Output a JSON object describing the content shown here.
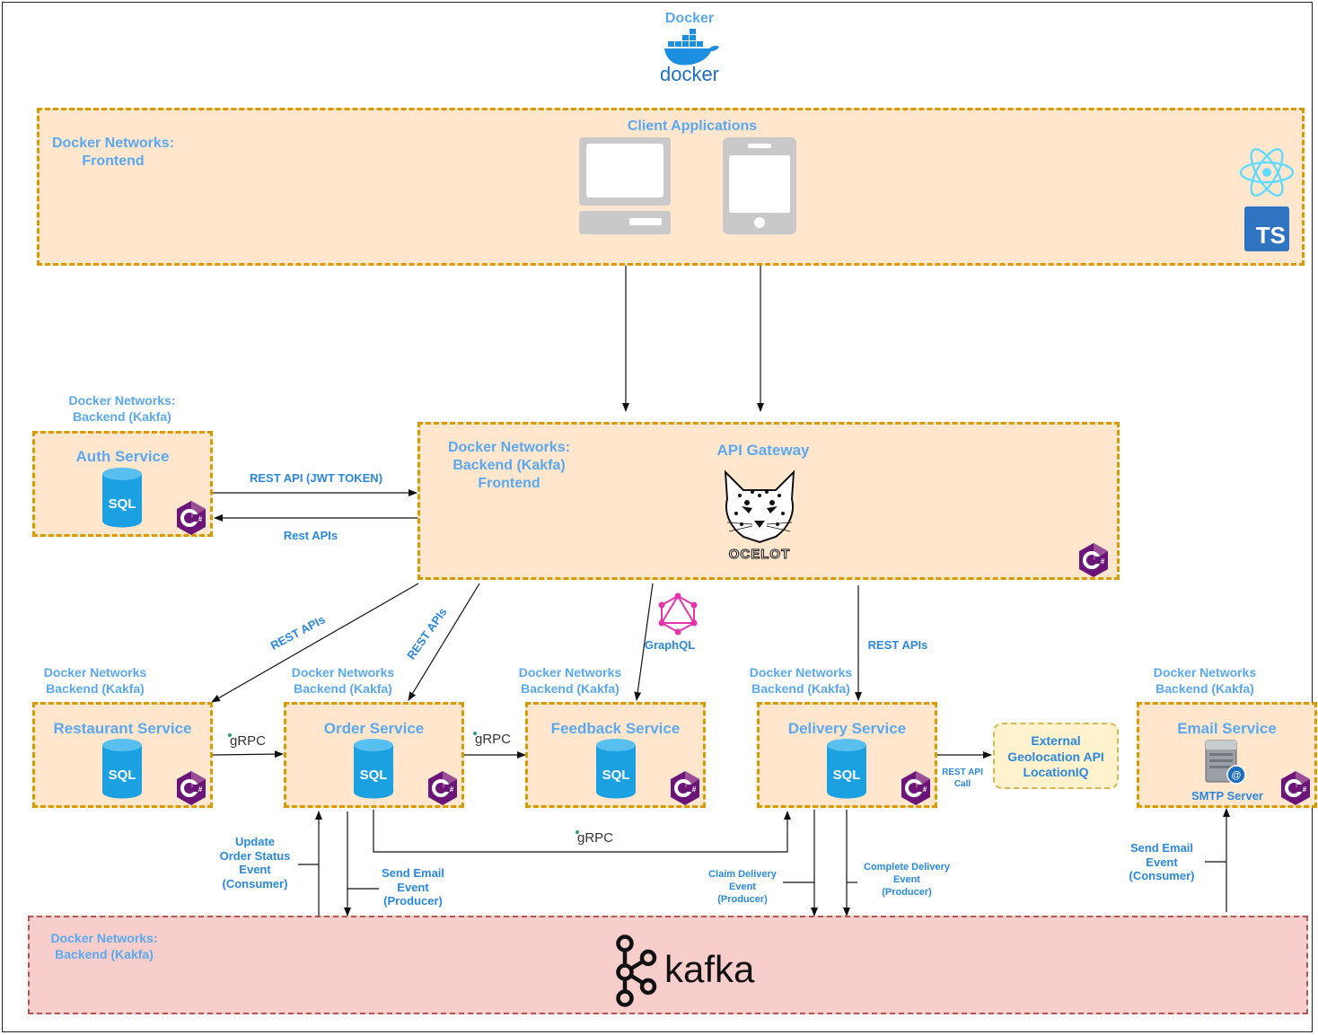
{
  "docker": {
    "title": "Docker",
    "logo_text": "docker"
  },
  "frontend_zone": {
    "network": "Docker Networks:\nFrontend",
    "title": "Client Applications",
    "ts_badge": "TS",
    "icons": [
      "desktop-computer-icon",
      "mobile-phone-icon",
      "react-icon",
      "typescript-icon"
    ]
  },
  "gateway": {
    "network": "Docker Networks:\nBackend (Kakfa)\nFrontend",
    "title": "API Gateway",
    "logo_text": "OCELOT"
  },
  "auth": {
    "network": "Docker Networks:\nBackend (Kakfa)",
    "title": "Auth Service"
  },
  "restaurant": {
    "network": "Docker Networks\nBackend (Kakfa)",
    "title": "Restaurant Service"
  },
  "order": {
    "network": "Docker Networks\nBackend (Kakfa)",
    "title": "Order Service"
  },
  "feedback": {
    "network": "Docker Networks\nBackend (Kakfa)",
    "title": "Feedback Service"
  },
  "delivery": {
    "network": "Docker Networks\nBackend (Kakfa)",
    "title": "Delivery Service"
  },
  "email": {
    "network": "Docker Networks\nBackend (Kakfa)",
    "title": "Email Service",
    "smtp": "SMTP Server"
  },
  "geo": {
    "title": "External\nGeolocation API\nLocationIQ"
  },
  "kafka": {
    "network": "Docker Networks:\nBackend (Kakfa)",
    "logo_text": "kafka"
  },
  "sql_label": "SQL",
  "edges": {
    "rest_jwt": "REST API (JWT TOKEN)",
    "rest_apis_auth": "Rest APIs",
    "rest_apis_restaurant": "REST APIs",
    "rest_apis_order": "REST APIs",
    "graphql": "GraphQL",
    "rest_apis_delivery": "REST APIs",
    "rest_api_call": "REST API\nCall",
    "grpc": "gRPC",
    "update_order_status": "Update\nOrder Status\nEvent\n(Consumer)",
    "send_email_producer": "Send Email\nEvent\n(Producer)",
    "claim_delivery": "Claim Delivery\nEvent\n(Producer)",
    "complete_delivery": "Complete Delivery\nEvent\n(Producer)",
    "send_email_consumer": "Send Email\nEvent\n(Consumer)"
  }
}
